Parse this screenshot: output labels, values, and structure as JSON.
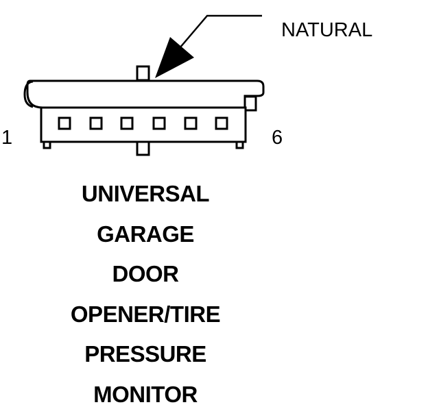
{
  "connector": {
    "color_label": "NATURAL",
    "pin_first": "1",
    "pin_last": "6",
    "cavity_count": 6,
    "name_lines": [
      "UNIVERSAL",
      "GARAGE",
      "DOOR",
      "OPENER/TIRE",
      "PRESSURE",
      "MONITOR"
    ]
  }
}
